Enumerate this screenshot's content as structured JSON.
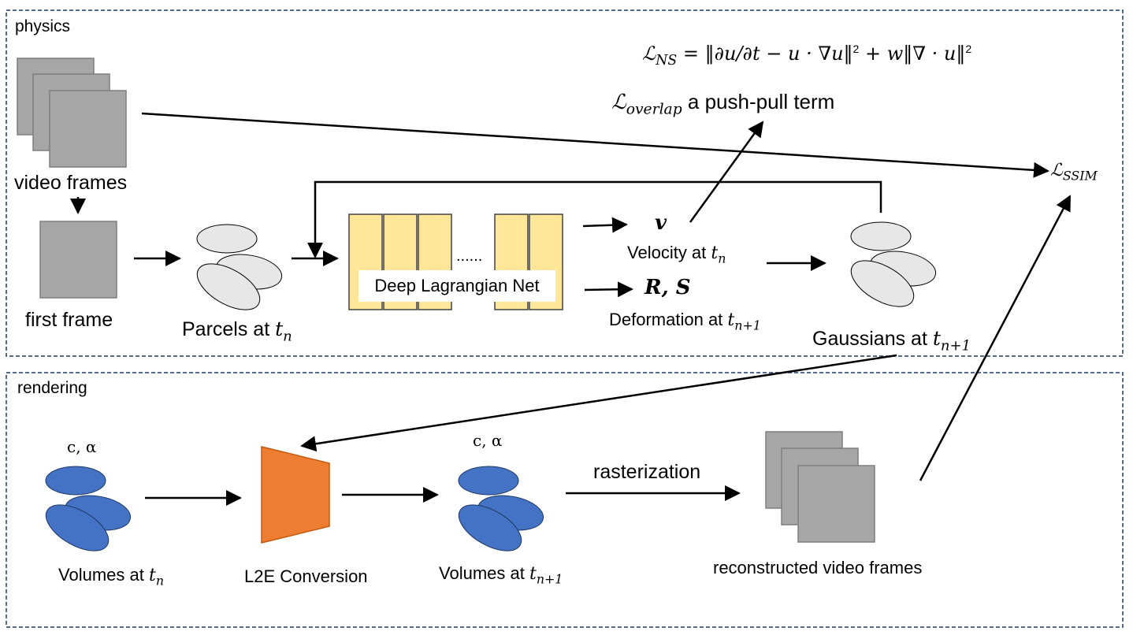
{
  "sections": {
    "physics": "physics",
    "rendering": "rendering"
  },
  "physics": {
    "video_frames": "video frames",
    "first_frame": "first frame",
    "parcels_label": "Parcels at",
    "parcels_sub": "t",
    "parcels_idx": "n",
    "net_label": "Deep Lagrangian Net",
    "net_dots": "......",
    "velocity_symbol": "v",
    "velocity_label": "Velocity at",
    "velocity_sub": "t",
    "velocity_idx": "n",
    "deform_symbol": "R, S",
    "deform_label": "Deformation at",
    "deform_sub": "t",
    "deform_idx": "n+1",
    "gaussians_label": "Gaussians at",
    "gaussians_sub": "t",
    "gaussians_idx": "n+1",
    "loss_ssim_main": "ℒ",
    "loss_ssim_sub": "SSIM",
    "loss_ns_main": "ℒ",
    "loss_ns_sub": "NS",
    "loss_ns_rhs_a": " = ‖∂u/∂t − u · ∇u‖",
    "loss_ns_rhs_b": " + w‖∇ · u‖",
    "loss_ns_pow": "2",
    "loss_ns_norm": "2",
    "loss_overlap_main": "ℒ",
    "loss_overlap_sub": "overlap",
    "loss_overlap_text": " a push-pull term"
  },
  "rendering": {
    "c_alpha_1": "c, α",
    "c_alpha_2": "c, α",
    "volumes_n_label": "Volumes at",
    "volumes_n_sub": "t",
    "volumes_n_idx": "n",
    "l2e_label": "L2E Conversion",
    "volumes_n1_label": "Volumes at",
    "volumes_n1_sub": "t",
    "volumes_n1_idx": "n+1",
    "rasterization": "rasterization",
    "reconstructed": "reconstructed video frames"
  },
  "colors": {
    "frame_fill": "#a6a6a6",
    "frame_stroke": "#7f7f7f",
    "gaussian_fill": "#e7e7e7",
    "volume_fill": "#4472c4",
    "net_fill": "#ffe699",
    "l2e_fill": "#ed7d31",
    "border": "#1f3864"
  }
}
